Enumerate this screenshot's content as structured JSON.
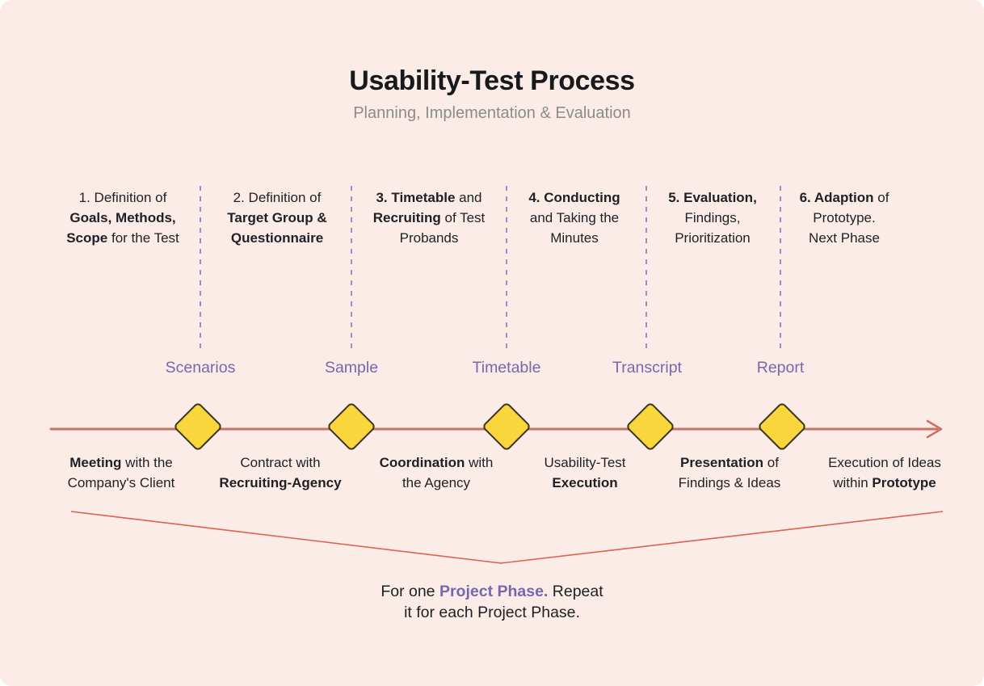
{
  "colors": {
    "background": "#fcece7",
    "title_text": "#17191d",
    "body_text": "#1e2025",
    "subtitle": "#8c8a8b",
    "purple": "#7667af",
    "dashed": "#8577bd",
    "timeline": "#cb7265",
    "chevron": "#e05f51",
    "diamond_fill": "#f8d63c",
    "diamond_border": "#3a3322"
  },
  "header": {
    "title": "Usability-Test Process",
    "subtitle": "Planning, Implementation & Evaluation"
  },
  "phases": [
    {
      "segments": [
        {
          "t": "1. Definition of\n"
        },
        {
          "t": "Goals, Methods,\n",
          "b": true
        },
        {
          "t": "Scope",
          "b": true
        },
        {
          "t": " for the Test"
        }
      ]
    },
    {
      "segments": [
        {
          "t": "2. Definition of\n"
        },
        {
          "t": "Target Group &\nQuestionnaire",
          "b": true
        }
      ]
    },
    {
      "segments": [
        {
          "t": "3. Timetable",
          "b": true
        },
        {
          "t": " and\n"
        },
        {
          "t": "Recruiting",
          "b": true
        },
        {
          "t": " of Test\nProbands"
        }
      ]
    },
    {
      "segments": [
        {
          "t": "4. Conducting",
          "b": true
        },
        {
          "t": "\nand Taking the\nMinutes"
        }
      ]
    },
    {
      "segments": [
        {
          "t": "5. Evaluation,",
          "b": true
        },
        {
          "t": "\nFindings,\nPrioritization"
        }
      ]
    },
    {
      "segments": [
        {
          "t": "6. Adaption",
          "b": true
        },
        {
          "t": " of\nPrototype.\nNext Phase"
        }
      ]
    }
  ],
  "milestones": [
    "Scenarios",
    "Sample",
    "Timetable",
    "Transcript",
    "Report"
  ],
  "icons": {
    "milestone_marker": "diamond"
  },
  "deliverables": [
    {
      "segments": [
        {
          "t": "Meeting",
          "b": true
        },
        {
          "t": " with the\nCompany's Client"
        }
      ]
    },
    {
      "segments": [
        {
          "t": "Contract with\n"
        },
        {
          "t": "Recruiting-Agency",
          "b": true
        }
      ]
    },
    {
      "segments": [
        {
          "t": "Coordination",
          "b": true
        },
        {
          "t": " with\nthe Agency"
        }
      ]
    },
    {
      "segments": [
        {
          "t": "Usability-Test\n"
        },
        {
          "t": "Execution",
          "b": true
        }
      ]
    },
    {
      "segments": [
        {
          "t": "Presentation",
          "b": true
        },
        {
          "t": " of\nFindings & Ideas"
        }
      ]
    },
    {
      "segments": [
        {
          "t": "Execution of Ideas\nwithin "
        },
        {
          "t": "Prototype",
          "b": true
        }
      ]
    }
  ],
  "note": {
    "segments": [
      {
        "t": "For one "
      },
      {
        "t": "Project Phase.",
        "b": true,
        "purple": true
      },
      {
        "t": " Repeat\nit for each Project Phase."
      }
    ]
  }
}
